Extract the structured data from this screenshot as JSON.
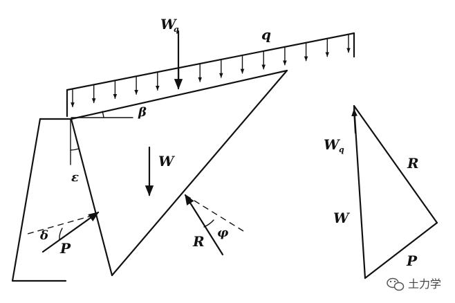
{
  "labels": {
    "wq_main": "W",
    "wq_main_sub": "q",
    "q": "q",
    "beta": "β",
    "epsilon": "ε",
    "w_main": "W",
    "delta": "δ",
    "p_main": "P",
    "phi": "φ",
    "r_main": "R",
    "wq_tri": "W",
    "wq_tri_sub": "q",
    "r_tri": "R",
    "w_tri": "W",
    "p_tri": "P"
  },
  "watermark": {
    "text": "土力学",
    "icon": "wechat-icon"
  },
  "colors": {
    "ink": "#111111",
    "paper": "#ffffff"
  }
}
